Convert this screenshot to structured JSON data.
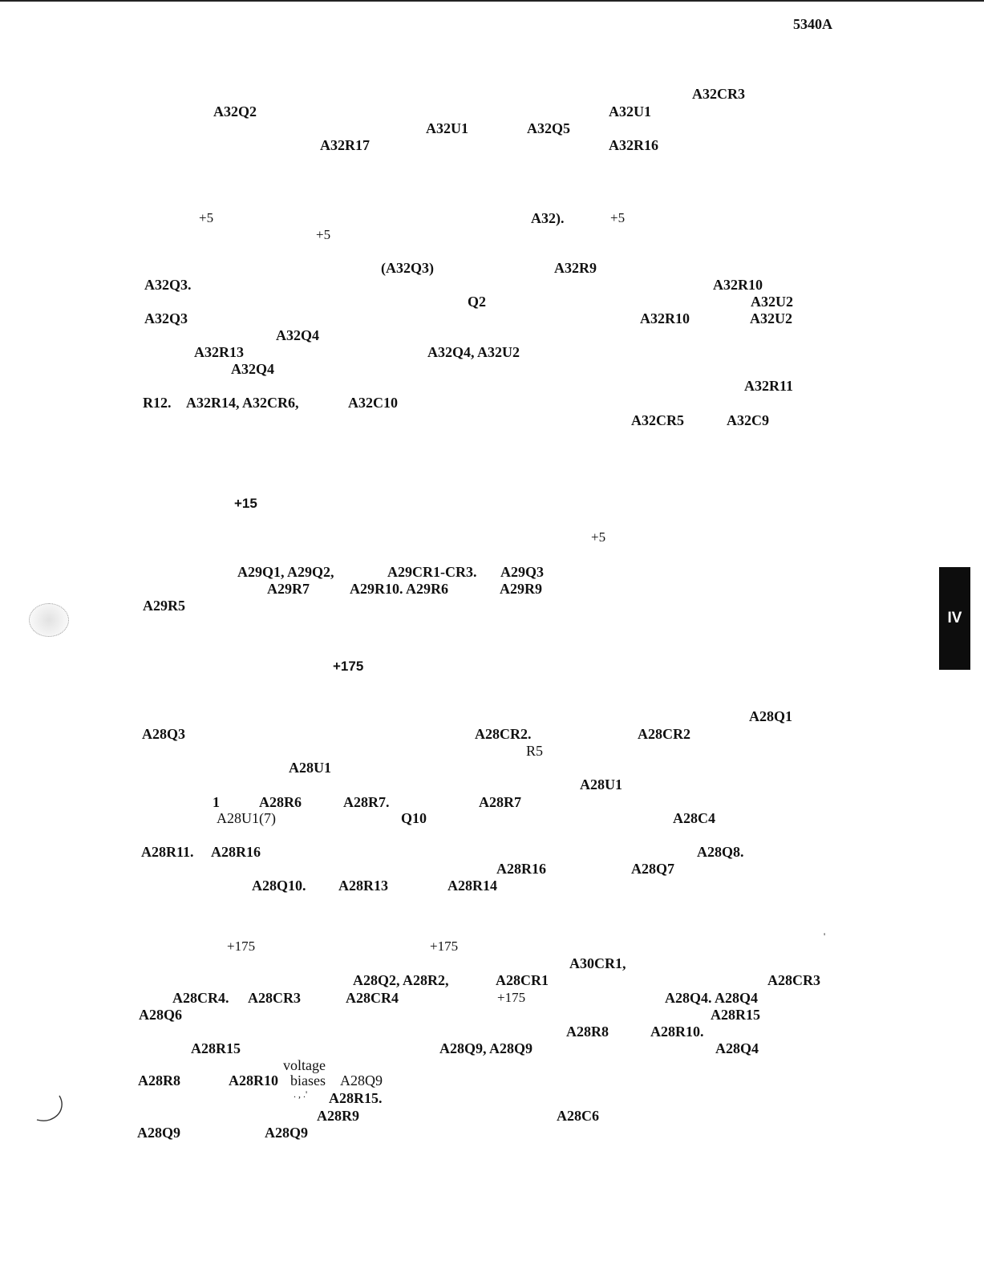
{
  "header": {
    "model": "5340A"
  },
  "section_tab": {
    "label": "IV"
  },
  "fragments": {
    "a32cr3": "A32CR3",
    "a32q2": "A32Q2",
    "a32u1_a": "A32U1",
    "a32u1_b": "A32U1",
    "a32q5": "A32Q5",
    "a32r17": "A32R17",
    "a32r16": "A32R16",
    "plus5_a": "+5",
    "a32_close": "A32).",
    "plus5_b": "+5",
    "plus5_c": "+5",
    "a32q3_paren": "(A32Q3)",
    "a32r9": "A32R9",
    "a32q3_dot": "A32Q3.",
    "a32r10_a": "A32R10",
    "q2": "Q2",
    "a32u2_a": "A32U2",
    "a32q3": "A32Q3",
    "a32r10_b": "A32R10",
    "a32u2_b": "A32U2",
    "a32q4_a": "A32Q4",
    "a32r13": "A32R13",
    "a32q4_u2": "A32Q4, A32U2",
    "a32q4_b": "A32Q4",
    "a32r11": "A32R11",
    "r12": "R12.",
    "a32r14_cr6": "A32R14, A32CR6,",
    "a32c10": "A32C10",
    "a32cr5": "A32CR5",
    "a32c9": "A32C9",
    "plus15": "+15",
    "plus5_d": "+5",
    "a29q1_q2": "A29Q1, A29Q2,",
    "a29cr1_cr3": "A29CR1-CR3.",
    "a29q3": "A29Q3",
    "a29r7": "A29R7",
    "a29r10_r6": "A29R10. A29R6",
    "a29r9": "A29R9",
    "a29r5": "A29R5",
    "plus175_a": "+175",
    "a28q1": "A28Q1",
    "a28q3": "A28Q3",
    "a28cr2_dot": "A28CR2.",
    "a28cr2": "A28CR2",
    "r5": "R5",
    "a28u1_a": "A28U1",
    "a28u1_b": "A28U1",
    "one": "1",
    "a28r6": "A28R6",
    "a28r7_dot": "A28R7.",
    "a28r7": "A28R7",
    "a28u1_7": "A28U1(7)",
    "q10": "Q10",
    "a28c4": "A28C4",
    "a28r11": "A28R11.",
    "a28r16_a": "A28R16",
    "a28q8": "A28Q8.",
    "a28r16_b": "A28R16",
    "a28q7": "A28Q7",
    "a28q10": "A28Q10.",
    "a28r13": "A28R13",
    "a28r14": "A28R14",
    "tick": "'",
    "plus175_b": "+175",
    "plus175_c": "+175",
    "a30cr1": "A30CR1,",
    "a28q2_r2": "A28Q2, A28R2,",
    "a28cr1": "A28CR1",
    "a28cr3_a": "A28CR3",
    "a28cr4_dot": "A28CR4.",
    "a28cr3_b": "A28CR3",
    "a28cr4": "A28CR4",
    "plus175_d": "+175",
    "a28q4_q4": "A28Q4.  A28Q4",
    "a28q6": "A28Q6",
    "a28r15_a": "A28R15",
    "a28r8_a": "A28R8",
    "a28r10_dot": "A28R10.",
    "a28r15_b": "A28R15",
    "a28q9_q9": "A28Q9,  A28Q9",
    "a28q4": "A28Q4",
    "voltage": "voltage",
    "a28r8_b": "A28R8",
    "a28r10": "A28R10",
    "biases": "biases",
    "a28q9_a": "A28Q9",
    "dots": ". ,  .'",
    "a28r15_c": "A28R15.",
    "a28r9": "A28R9",
    "a28c6": "A28C6",
    "a28q9_b": "A28Q9",
    "a28q9_c": "A28Q9"
  }
}
